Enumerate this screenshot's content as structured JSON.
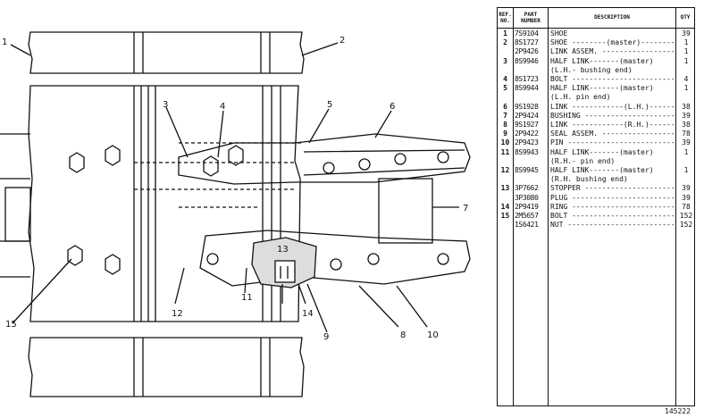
{
  "table": {
    "headers": {
      "ref": "REF. NO.",
      "part": "PART NUMBER",
      "desc": "DESCRIPTION",
      "qty": "QTY"
    },
    "rows": [
      {
        "ref": "1",
        "part": "7S9104",
        "desc": "SHOE",
        "qty": "39"
      },
      {
        "ref": "2",
        "part": "8S1727",
        "desc": "SHOE --------(master)--------",
        "qty": "1"
      },
      {
        "ref": "",
        "part": "2P9426",
        "desc": "LINK ASSEM. -------------------",
        "qty": "1"
      },
      {
        "ref": "3",
        "part": "8S9946",
        "desc": "  HALF LINK-------(master)",
        "qty": "1"
      },
      {
        "ref": "",
        "part": "",
        "desc": "    (L.H.- bushing end)",
        "qty": ""
      },
      {
        "ref": "4",
        "part": "8S1723",
        "desc": "BOLT -------------------------",
        "qty": "4"
      },
      {
        "ref": "5",
        "part": "8S9944",
        "desc": "  HALF LINK-------(master)",
        "qty": "1"
      },
      {
        "ref": "",
        "part": "",
        "desc": "    (L.H. pin end)",
        "qty": ""
      },
      {
        "ref": "6",
        "part": "9S1928",
        "desc": "LINK ------------(L.H.)------",
        "qty": "38"
      },
      {
        "ref": "7",
        "part": "2P9424",
        "desc": "BUSHING ----------------------",
        "qty": "39"
      },
      {
        "ref": "8",
        "part": "9S1927",
        "desc": "LINK ------------(R.H.)------",
        "qty": "38"
      },
      {
        "ref": "9",
        "part": "2P9422",
        "desc": "SEAL ASSEM. ------------------",
        "qty": "78"
      },
      {
        "ref": "10",
        "part": "2P9423",
        "desc": "PIN --------------------------",
        "qty": "39"
      },
      {
        "ref": "11",
        "part": "8S9943",
        "desc": "  HALF LINK-------(master)",
        "qty": "1"
      },
      {
        "ref": "",
        "part": "",
        "desc": "    (R.H.- pin end)",
        "qty": ""
      },
      {
        "ref": "12",
        "part": "8S9945",
        "desc": "  HALF LINK-------(master)",
        "qty": "1"
      },
      {
        "ref": "",
        "part": "",
        "desc": "    (R.H. bushing end)",
        "qty": ""
      },
      {
        "ref": "13",
        "part": "3P7662",
        "desc": "  STOPPER ---------------------",
        "qty": "39"
      },
      {
        "ref": "",
        "part": "3P3080",
        "desc": "  PLUG ------------------------",
        "qty": "39"
      },
      {
        "ref": "14",
        "part": "2P9419",
        "desc": "  RING ------------------------",
        "qty": "78"
      },
      {
        "ref": "15",
        "part": "2M5657",
        "desc": "BOLT -------------------------",
        "qty": "152"
      },
      {
        "ref": "",
        "part": "1S6421",
        "desc": "NUT --------------------------",
        "qty": "152"
      }
    ]
  },
  "figure_number": "145222",
  "callouts": [
    "1",
    "2",
    "3",
    "4",
    "5",
    "6",
    "7",
    "8",
    "9",
    "10",
    "11",
    "12",
    "13",
    "14",
    "15"
  ]
}
